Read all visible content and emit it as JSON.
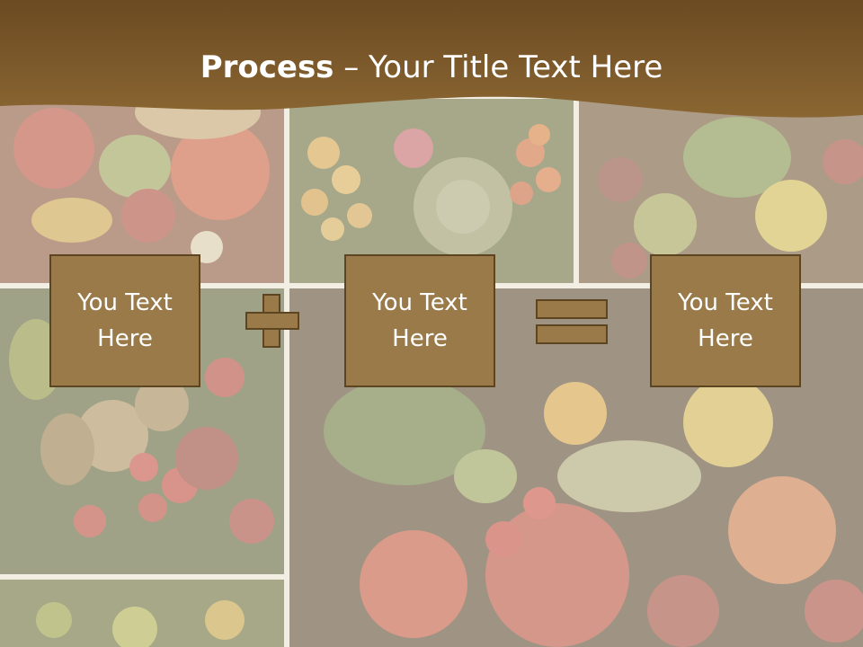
{
  "slide": {
    "title_bold": "Process",
    "title_rest": " – Your Title Text Here"
  },
  "process": {
    "boxes": [
      {
        "label_line1": "You Text",
        "label_line2": "Here"
      },
      {
        "label_line1": "You Text",
        "label_line2": "Here"
      },
      {
        "label_line1": "You Text",
        "label_line2": "Here"
      }
    ],
    "operator_1": "plus",
    "operator_2": "equals"
  },
  "colors": {
    "header": "#7d5a2d",
    "box_fill": "#9a7a49",
    "box_border": "#5e4522",
    "title_text": "#ffffff"
  }
}
